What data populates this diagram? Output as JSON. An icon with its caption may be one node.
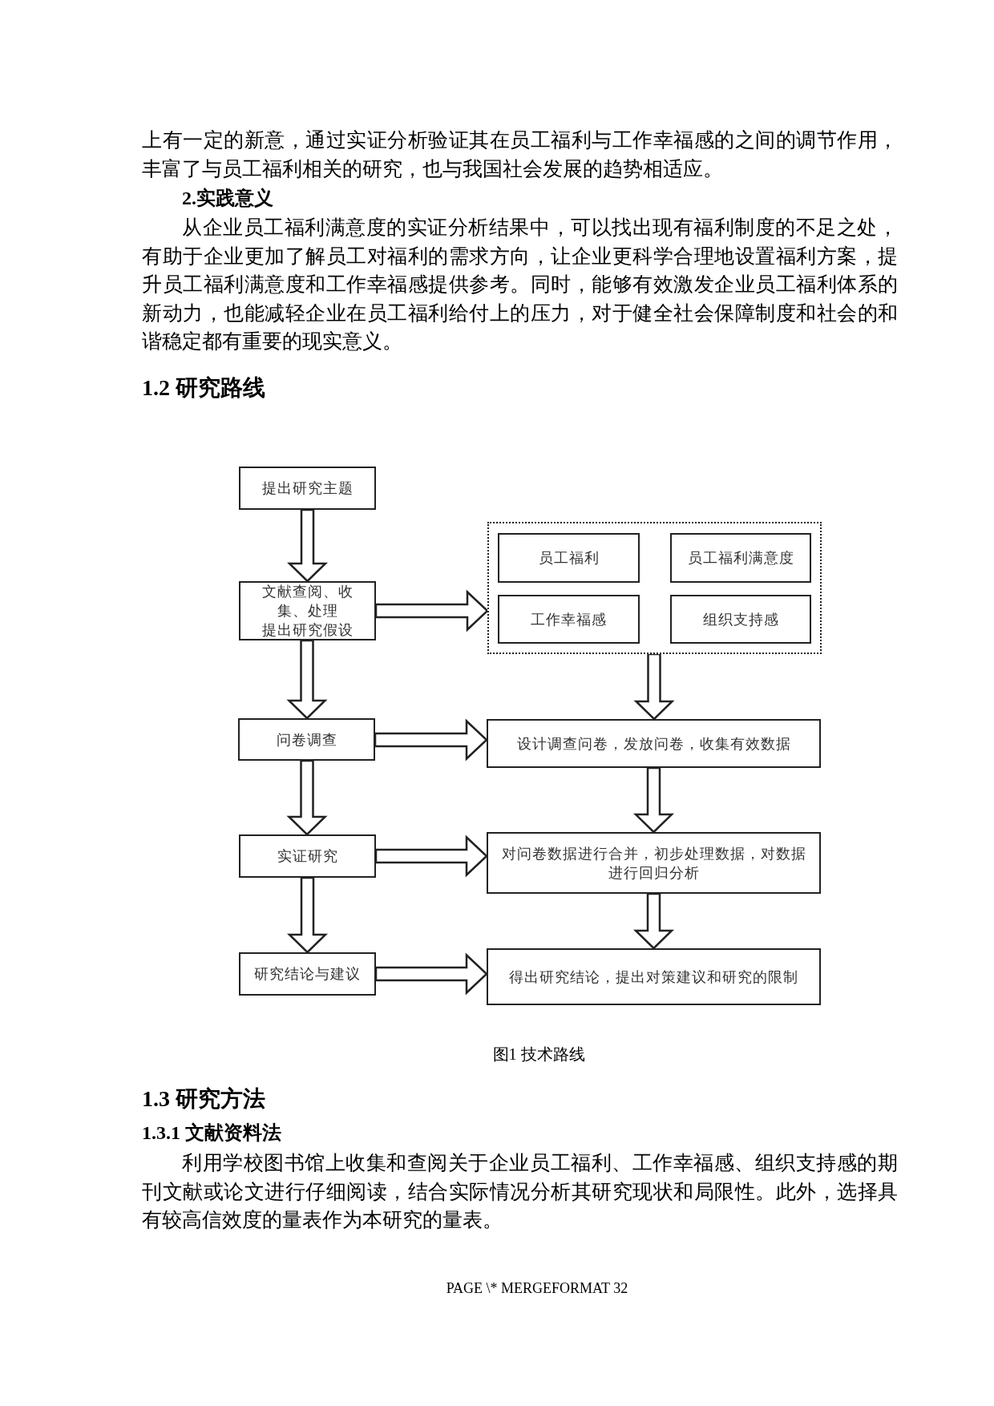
{
  "diagram": {
    "title": "1.2 研究路线",
    "caption": "图1 技术路线",
    "nodes": [
      {
        "text": [
          "提出研究主题"
        ]
      },
      {
        "text": [
          "文献查阅、收集、处理",
          "提出研究假设"
        ]
      },
      {
        "text": [],
        "shape": "box"
      },
      {
        "text": [
          "员工福利"
        ],
        "in": 2
      },
      {
        "text": [
          "员工福利满意度"
        ],
        "in": 2
      },
      {
        "text": [
          "工作幸福感"
        ],
        "in": 2
      },
      {
        "text": [
          "组织支持感"
        ],
        "in": 2
      },
      {
        "text": [
          "问卷调查"
        ]
      },
      {
        "text": [
          "设计调查问卷，发放问卷，收集有效数据"
        ]
      },
      {
        "text": [
          "实证研究"
        ]
      },
      {
        "text": [
          "对问卷数据进行合并，初步处理数据，对数据进行回归分析"
        ]
      },
      {
        "text": [
          "研究结论与建议"
        ]
      },
      {
        "text": [
          "得出研究结论，提出对策建议和研究的限制"
        ]
      }
    ],
    "edges": [
      {
        "from": 0,
        "to": 1,
        "arrow": "to"
      },
      {
        "from": 1,
        "to": 2,
        "arrow": "to"
      },
      {
        "from": 1,
        "to": 7,
        "arrow": "to"
      },
      {
        "from": 2,
        "to": 8,
        "arrow": "to"
      },
      {
        "from": 7,
        "to": 8,
        "arrow": "to"
      },
      {
        "from": 7,
        "to": 9,
        "arrow": "to"
      },
      {
        "from": 8,
        "to": 10,
        "arrow": "to"
      },
      {
        "from": 9,
        "to": 10,
        "arrow": "to"
      },
      {
        "from": 9,
        "to": 11,
        "arrow": "to"
      },
      {
        "from": 10,
        "to": 12,
        "arrow": "to"
      },
      {
        "from": 11,
        "to": 12,
        "arrow": "to"
      }
    ],
    "labels": [
      "上有一定的新意，通过实证分析验证其在员工福利与工作幸福感的之间的调节作用，丰富了与员工福利相关的研究，也与我国社会发展的趋势相适应。",
      "2.实践意义",
      "从企业员工福利满意度的实证分析结果中，可以找出现有福利制度的不足之处，有助于企业更加了解员工对福利的需求方向，让企业更科学合理地设置福利方案，提升员工福利满意度和工作幸福感提供参考。同时，能够有效激发企业员工福利体系的新动力，也能减轻企业在员工福利给付上的压力，对于健全社会保障制度和社会的和谐稳定都有重要的现实意义。",
      "1.3 研究方法",
      "1.3.1 文献资料法",
      "利用学校图书馆上收集和查阅关于企业员工福利、工作幸福感、组织支持感的期刊文献或论文进行仔细阅读，结合实际情况分析其研究现状和局限性。此外，选择具有较高信效度的量表作为本研究的量表。",
      "PAGE \\* MERGEFORMAT 32"
    ]
  }
}
